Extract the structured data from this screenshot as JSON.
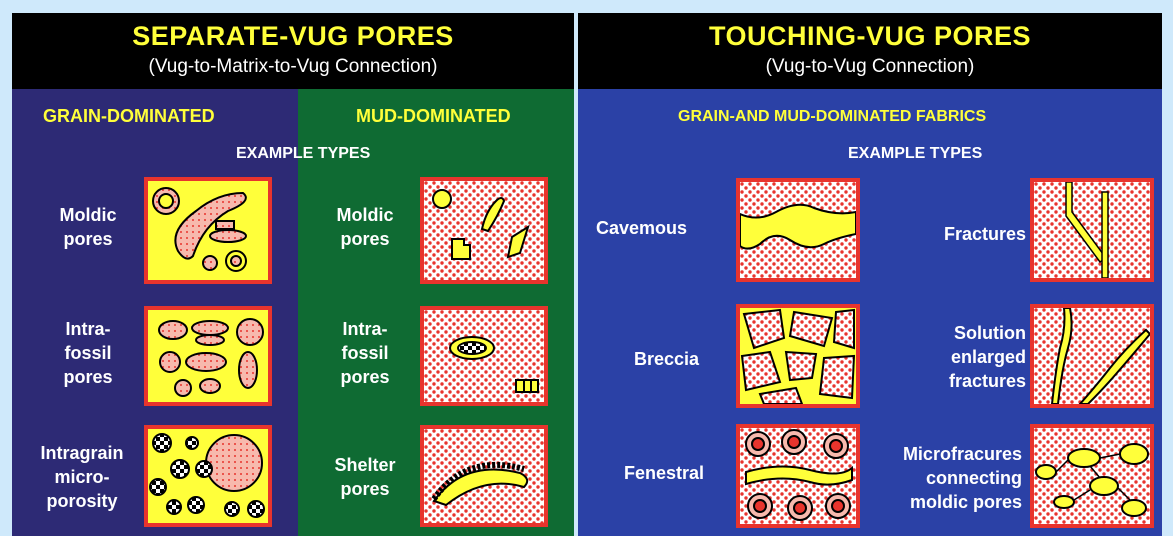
{
  "separate": {
    "title": "SEPARATE-VUG PORES",
    "subtitle": "(Vug-to-Matrix-to-Vug Connection)",
    "grain_heading": "GRAIN-DOMINATED",
    "mud_heading": "MUD-DOMINATED",
    "example_types": "EXAMPLE TYPES",
    "grain_items": [
      {
        "lines": [
          "Moldic",
          "pores"
        ]
      },
      {
        "lines": [
          "Intra-",
          "fossil",
          "pores"
        ]
      },
      {
        "lines": [
          "Intragrain",
          "micro-",
          "porosity"
        ]
      }
    ],
    "mud_items": [
      {
        "lines": [
          "Moldic",
          "pores"
        ]
      },
      {
        "lines": [
          "Intra-",
          "fossil",
          "pores"
        ]
      },
      {
        "lines": [
          "Shelter",
          "pores"
        ]
      }
    ]
  },
  "touching": {
    "title": "TOUCHING-VUG PORES",
    "subtitle": "(Vug-to-Vug Connection)",
    "heading": "GRAIN-AND MUD-DOMINATED FABRICS",
    "example_types": "EXAMPLE TYPES",
    "left_items": [
      {
        "lines": [
          "Cavemous"
        ]
      },
      {
        "lines": [
          "Breccia"
        ]
      },
      {
        "lines": [
          "Fenestral"
        ]
      }
    ],
    "right_items": [
      {
        "lines": [
          "Fractures"
        ]
      },
      {
        "lines": [
          "Solution",
          "enlarged",
          "fractures"
        ]
      },
      {
        "lines": [
          "Microfracures",
          "connecting",
          "moldic pores"
        ]
      }
    ]
  },
  "colors": {
    "header_bg": "#000000",
    "title_yellow": "#ffff3a",
    "grain_panel": "#2d2a75",
    "mud_panel": "#0f6b33",
    "touching_panel": "#2b41a6",
    "box_border": "#e8342d",
    "pore_fill": "#ffff3a",
    "matrix_dots": "#e8342d"
  }
}
